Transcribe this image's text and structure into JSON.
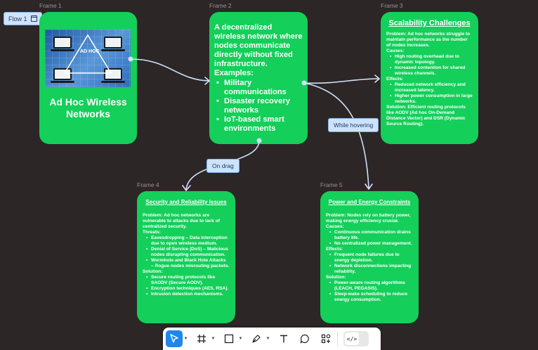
{
  "flow_tag": "Flow 1",
  "frames": {
    "f1": {
      "label": "Frame 1",
      "image_caption": "AD HOC",
      "title": "Ad Hoc Wireless Networks"
    },
    "f2": {
      "label": "Frame 2",
      "intro": "A decentralized wireless network where nodes communicate directly without fixed infrastructure.",
      "examples_heading": "Examples:",
      "examples": [
        "Military communications",
        "Disaster recovery networks",
        "IoT-based smart environments"
      ]
    },
    "f3": {
      "label": "Frame 3",
      "title": "Scalability Challenges",
      "problem": "Problem: Ad hoc networks struggle to maintain performance as the number of nodes increases.",
      "causes_heading": "Causes:",
      "causes": [
        "High routing overhead due to dynamic topology.",
        "Increased contention for shared wireless channels."
      ],
      "effects_heading": "Effects:",
      "effects": [
        "Reduced network efficiency and increased latency.",
        "Higher power consumption in large networks."
      ],
      "solution": "Solution: Efficient routing protocols like AODV (Ad hoc On-Demand Distance Vector) and DSR (Dynamic Source Routing)."
    },
    "f4": {
      "label": "Frame 4",
      "title": "Security and Reliability Issues",
      "problem": "Problem: Ad hoc networks are vulnerable to attacks due to lack of centralized security.",
      "threats_heading": "Threats:",
      "threats": [
        "Eavesdropping – Data interception due to open wireless medium.",
        "Denial of Service (DoS) – Malicious nodes disrupting communication.",
        "Wormhole and Black Hole Attacks – Rogue nodes misrouting packets."
      ],
      "solution_heading": "Solution:",
      "solutions": [
        "Secure routing protocols like SAODV (Secure AODV).",
        "Encryption techniques (AES, RSA).",
        "Intrusion detection mechanisms."
      ]
    },
    "f5": {
      "label": "Frame 5",
      "title": "Power and Energy Constraints",
      "problem": "Problem: Nodes rely on battery power, making energy efficiency crucial.",
      "causes_heading": "Causes:",
      "causes": [
        "Continuous communication drains battery life.",
        "No centralized power management."
      ],
      "effects_heading": "Effects:",
      "effects": [
        "Frequent node failures due to energy depletion.",
        "Network disconnections impacting reliability."
      ],
      "solution_heading": "Solution:",
      "solutions": [
        "Power-aware routing algorithms (LEACH, PEGASIS).",
        "Sleep-wake scheduling to reduce energy consumption."
      ]
    }
  },
  "connections": {
    "on_drag": "On drag",
    "while_hovering": "While hovering"
  },
  "toolbar": {
    "tools": [
      "move-tool",
      "frame-tool",
      "shape-tool",
      "pen-tool",
      "text-tool",
      "comment-tool",
      "actions-tool",
      "dev-mode-toggle"
    ],
    "active_tool": "move-tool",
    "dev_mode_glyph": "</>"
  },
  "colors": {
    "canvas": "#2c2626",
    "frame_fill": "#14cf5a",
    "connector": "#cfe3fb",
    "active_tool": "#1e87ee"
  }
}
